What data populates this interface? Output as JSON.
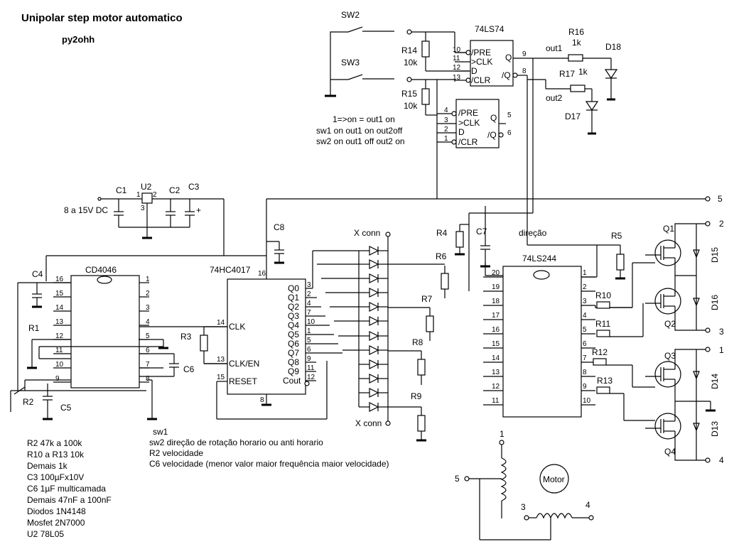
{
  "title": "Unipolar step motor automatico",
  "author": "py2ohh",
  "switches": {
    "sw2": "SW2",
    "sw3": "SW3"
  },
  "parts": {
    "u2": "U2",
    "c1": "C1",
    "c2": "C2",
    "c3": "C3",
    "c4": "C4",
    "c5": "C5",
    "c6": "C6",
    "c7": "C7",
    "c8": "C8",
    "r1": "R1",
    "r2": "R2",
    "r3": "R3",
    "r4": "R4",
    "r5": "R5",
    "r6": "R6",
    "r7": "R7",
    "r8": "R8",
    "r9": "R9",
    "r10": "R10",
    "r11": "R11",
    "r12": "R12",
    "r13": "R13",
    "r14": "R14",
    "r14v": "10k",
    "r15": "R15",
    "r15v": "10k",
    "r16": "R16",
    "r16v": "1k",
    "r17": "R17",
    "r17v": "1k",
    "d13": "D13",
    "d14": "D14",
    "d15": "D15",
    "d16": "D16",
    "d17": "D17",
    "d18": "D18",
    "q1": "Q1",
    "q2": "Q2",
    "q3": "Q3",
    "q4": "Q4",
    "out1": "out1",
    "out2": "out2",
    "direcao": "direção",
    "motor": "Motor"
  },
  "supply": "8 a 15V DC",
  "ics": {
    "ls74": {
      "name": "74LS74",
      "ff1": {
        "pins": [
          "10",
          "11",
          "12",
          "13"
        ],
        "labels": [
          "/PRE",
          ">CLK",
          "D",
          "/CLR"
        ],
        "q": "Q",
        "qn": "/Q",
        "qpin": "9",
        "qnpin": "8"
      },
      "ff2": {
        "pins": [
          "4",
          "3",
          "2",
          "1"
        ],
        "labels": [
          "/PRE",
          ">CLK",
          "D",
          "/CLR"
        ],
        "q": "Q",
        "qn": "/Q",
        "qpin": "5",
        "qnpin": "6"
      }
    },
    "cd4046": {
      "name": "CD4046",
      "left": [
        "16",
        "15",
        "14",
        "13",
        "12",
        "11",
        "10",
        "9"
      ],
      "right": [
        "1",
        "2",
        "3",
        "4",
        "5",
        "6",
        "7",
        "8"
      ]
    },
    "hc4017": {
      "name": "74HC4017",
      "pin16": "16",
      "pin8": "8",
      "left": [
        {
          "p": "14",
          "l": "CLK"
        },
        {
          "p": "13",
          "l": "CLK/EN"
        },
        {
          "p": "15",
          "l": "RESET"
        }
      ],
      "right": [
        {
          "p": "3",
          "l": "Q0"
        },
        {
          "p": "2",
          "l": "Q1"
        },
        {
          "p": "4",
          "l": "Q2"
        },
        {
          "p": "7",
          "l": "Q3"
        },
        {
          "p": "10",
          "l": "Q4"
        },
        {
          "p": "1",
          "l": "Q5"
        },
        {
          "p": "5",
          "l": "Q6"
        },
        {
          "p": "6",
          "l": "Q7"
        },
        {
          "p": "9",
          "l": "Q8"
        },
        {
          "p": "11",
          "l": "Q9"
        },
        {
          "p": "12",
          "l": "Cout"
        }
      ]
    },
    "ls244": {
      "name": "74LS244",
      "left": [
        "20",
        "19",
        "18",
        "17",
        "16",
        "15",
        "14",
        "13",
        "12",
        "11"
      ],
      "right": [
        "1",
        "2",
        "3",
        "4",
        "5",
        "6",
        "7",
        "8",
        "9",
        "10"
      ]
    }
  },
  "u2pins": {
    "p1": "1",
    "p2": "2",
    "p3": "3"
  },
  "xconn": [
    "X conn",
    "X conn"
  ],
  "truth": [
    "1=>on = out1 on",
    "sw1 on  out1 on    out2off",
    "sw2 on  out1 off    out2 on"
  ],
  "notes": [
    "R2 47k a 100k",
    "R10 a R13 10k",
    "Demais 1k",
    "C3 100µFx10V",
    "C6 1µF multicamada",
    "Demais 47nF a 100nF",
    "Diodos 1N4148",
    "Mosfet 2N7000",
    "U2 78L05"
  ],
  "descr": [
    "sw1",
    "sw2 direção de rotação horario ou anti horario",
    "R2 velocidade",
    "C6 velocidade (menor valor maior frequência maior velocidade)"
  ],
  "terminals": [
    "1",
    "2",
    "3",
    "4",
    "5"
  ],
  "motorpins": [
    "1",
    "5",
    "3",
    "4"
  ]
}
